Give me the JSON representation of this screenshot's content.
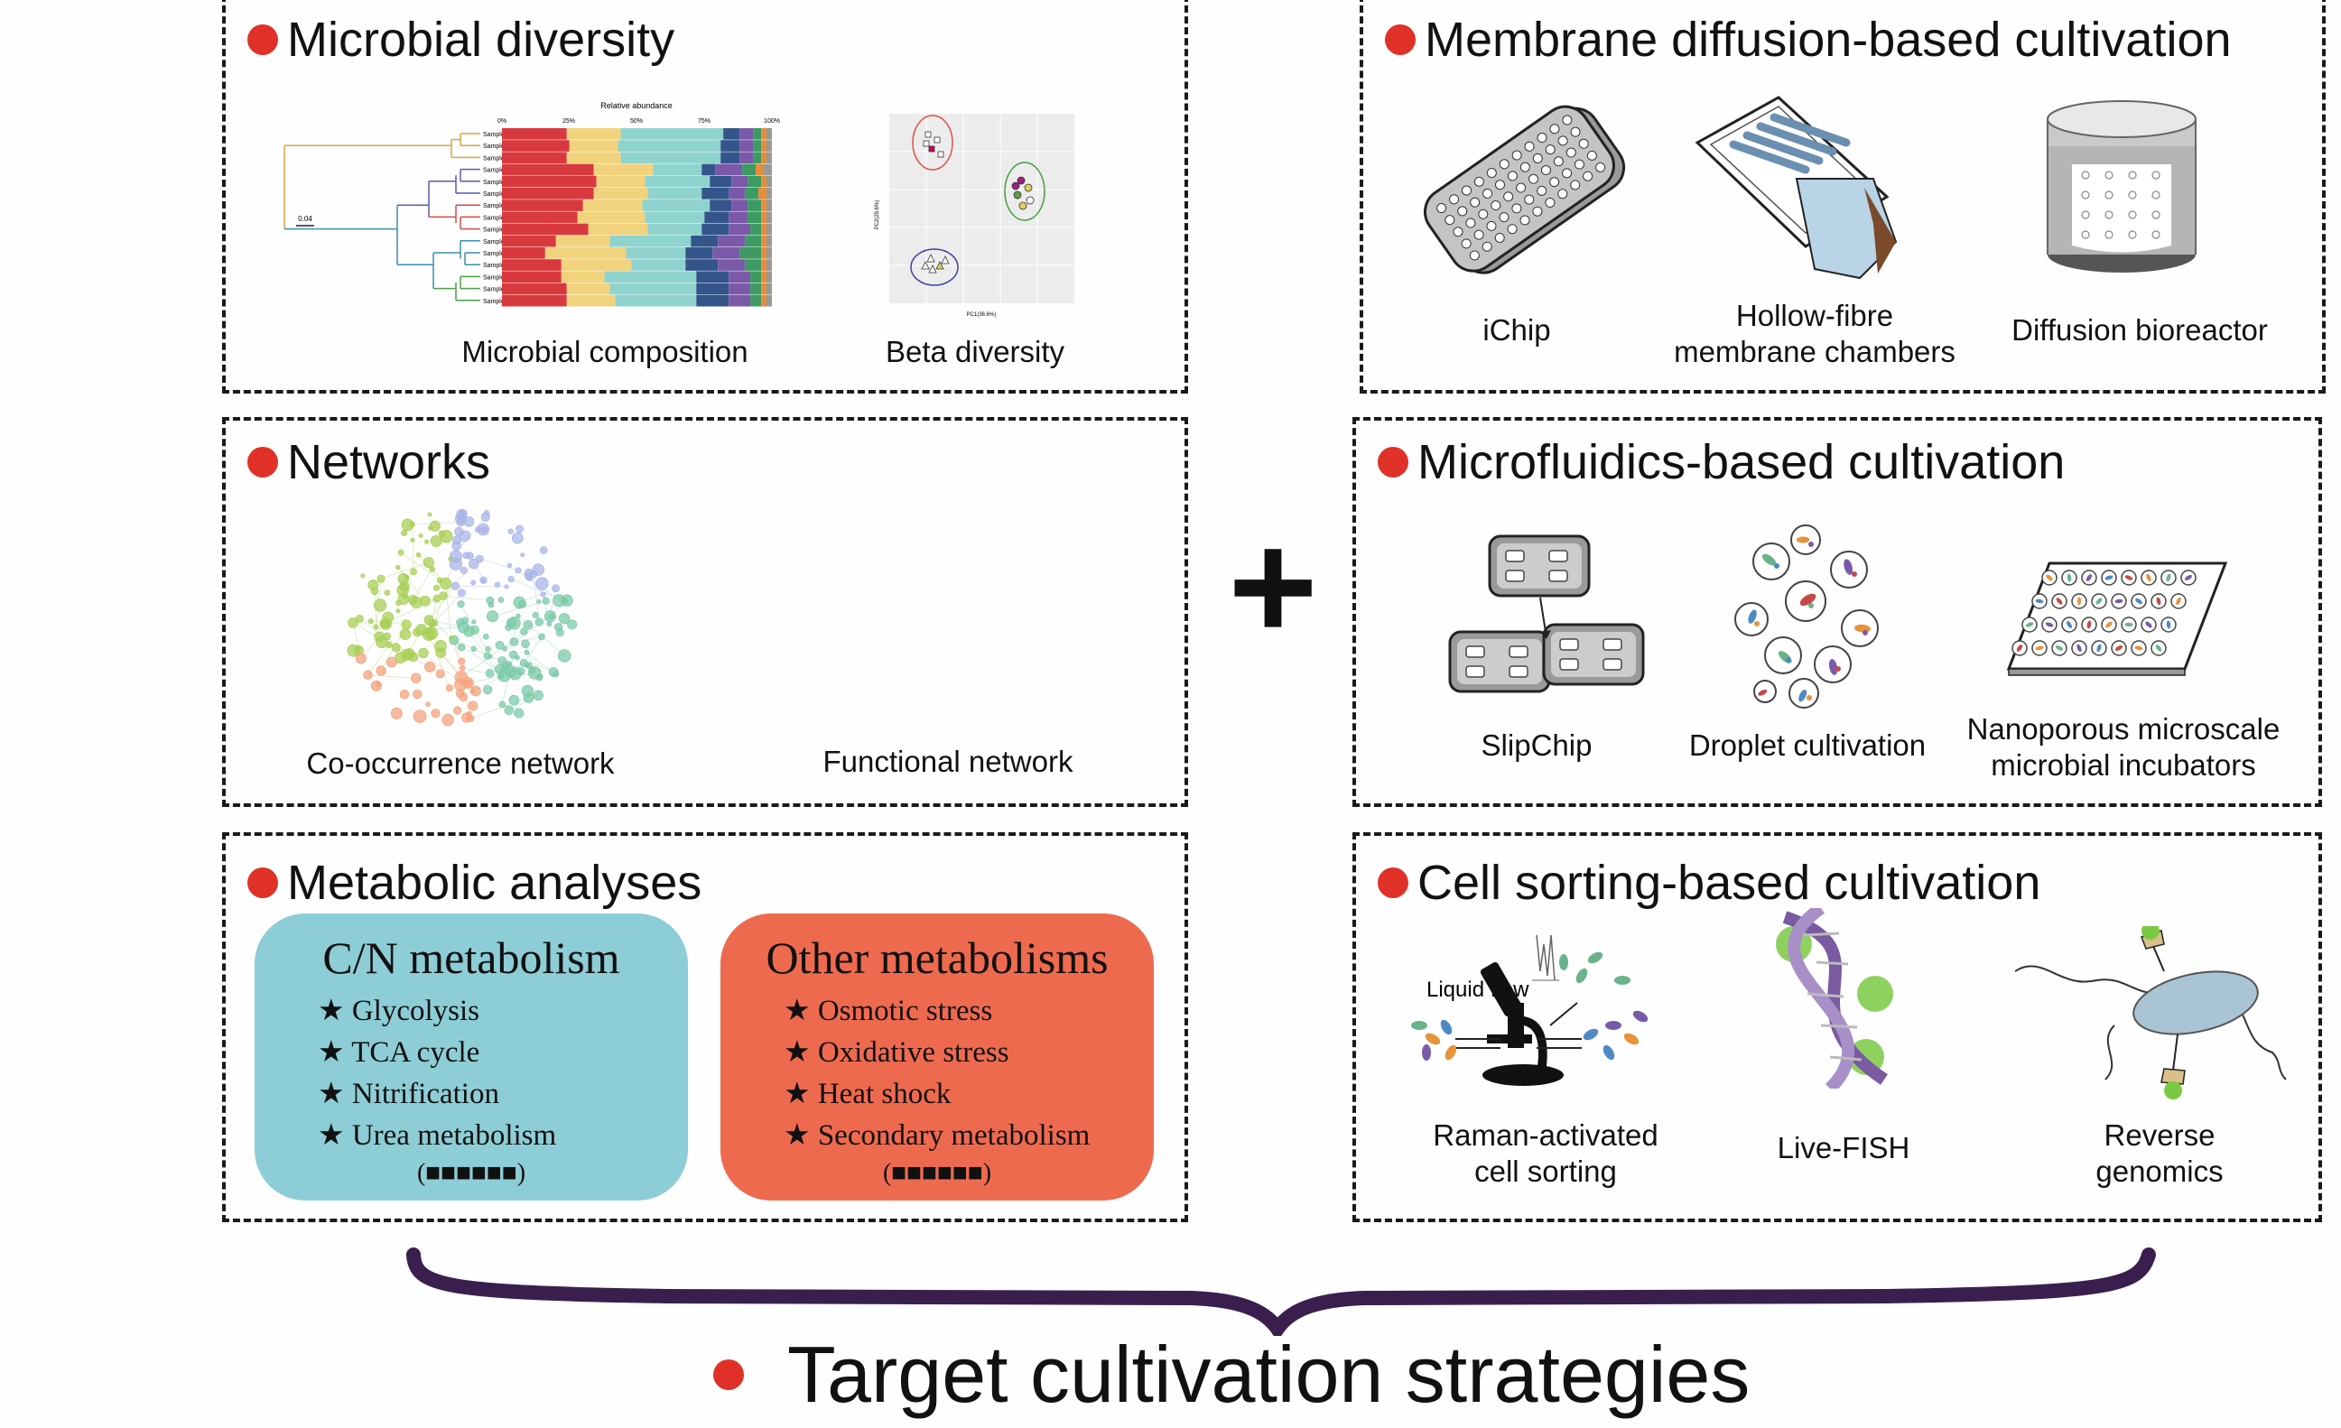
{
  "panels": {
    "microbial_diversity": {
      "title": "Microbial diversity",
      "captions": [
        "Microbial composition",
        "Beta diversity"
      ]
    },
    "networks": {
      "title": "Networks",
      "captions": [
        "Co-occurrence network",
        "Functional network"
      ]
    },
    "metabolic": {
      "title": "Metabolic analyses"
    },
    "membrane": {
      "title": "Membrane diffusion-based cultivation",
      "captions": [
        "iChip",
        "Hollow-fibre",
        "membrane chambers",
        "Diffusion bioreactor"
      ]
    },
    "microfluidics": {
      "title": "Microfluidics-based cultivation",
      "captions": [
        "SlipChip",
        "Droplet cultivation",
        "Nanoporous microscale",
        "microbial incubators"
      ]
    },
    "cell_sorting": {
      "title": "Cell sorting-based cultivation",
      "captions": [
        "Raman-activated",
        "cell sorting",
        "Live-FISH",
        "Reverse",
        "genomics",
        "Liquid flow"
      ]
    }
  },
  "cn_box": {
    "title": "C/N metabolism",
    "items": [
      "★ Glycolysis",
      "★ TCA cycle",
      "★ Nitrification",
      "★ Urea metabolism"
    ],
    "more": "(■■■■■■)",
    "color": "#8dcdd6"
  },
  "other_box": {
    "title": "Other metabolisms",
    "items": [
      "★ Osmotic stress",
      "★ Oxidative stress",
      "★ Heat shock",
      "★ Secondary metabolism"
    ],
    "more": "(■■■■■■)",
    "color": "#ee6a4f"
  },
  "composition_chart": {
    "title": "Relative abundance",
    "ticks": [
      "0%",
      "25%",
      "50%",
      "75%",
      "100%"
    ],
    "samples": [
      "Sample1",
      "Sample2",
      "Sample3",
      "Sample4",
      "Sample5",
      "Sample6",
      "Sample7",
      "Sample8",
      "Sample9",
      "Sample10",
      "Sample11",
      "Sample12",
      "Sample13",
      "Sample14",
      "Sample15"
    ],
    "scale_label": "0.04"
  },
  "beta_chart": {
    "xlabel": "PC1(36.6%)",
    "ylabel": "PC2(25.6%)"
  },
  "plus": "+",
  "bottom": {
    "title": "Target cultivation strategies"
  },
  "colors": {
    "accent_red": "#e03128",
    "brace": "#3a1f4e"
  }
}
